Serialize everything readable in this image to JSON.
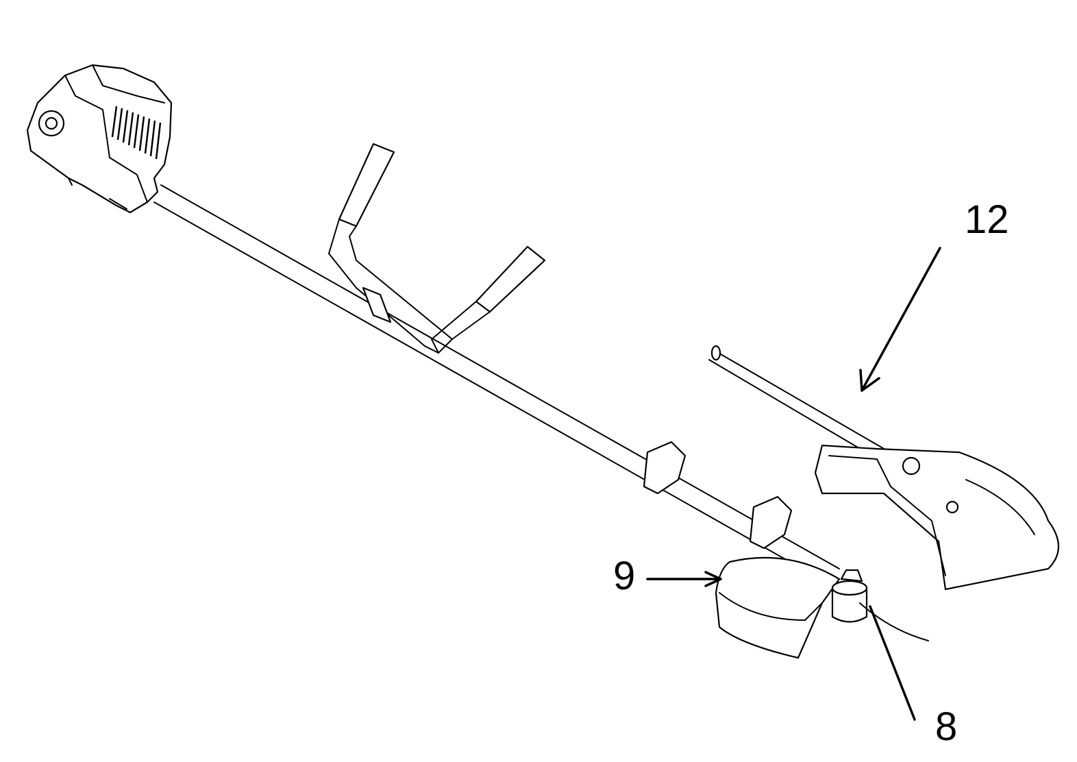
{
  "figure": {
    "labels": {
      "guard_large": "12",
      "guard_small": "9",
      "cutting_head": "8"
    },
    "colors": {
      "ink": "#000000",
      "paper": "#ffffff"
    }
  }
}
